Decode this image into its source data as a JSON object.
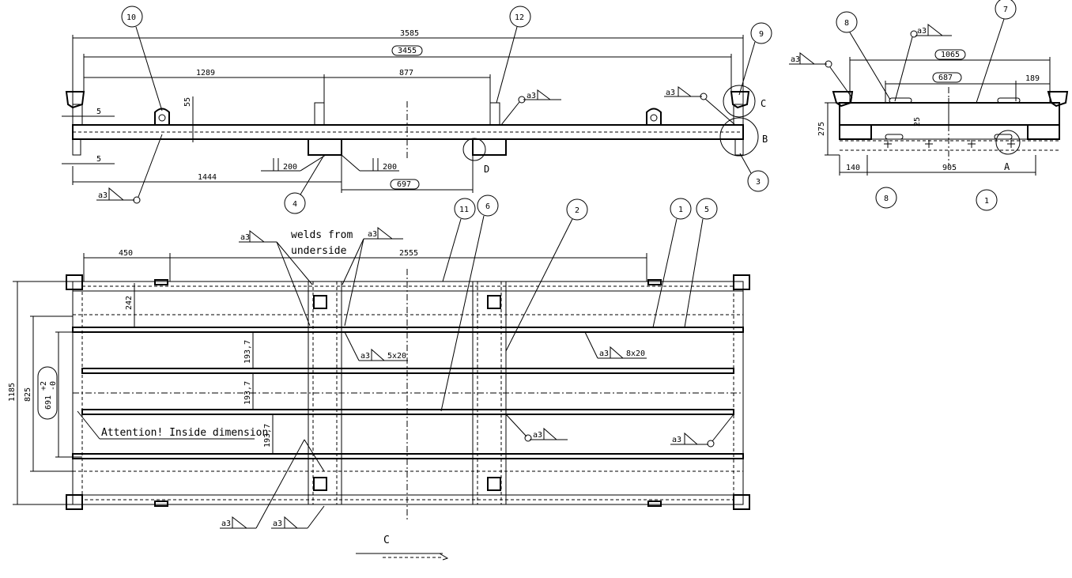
{
  "side_view": {
    "overall_length": "3585",
    "inner_length": "3455",
    "dim_left_segment": "1289",
    "dim_middle_segment": "877",
    "dim_bracket_height": "55",
    "dim_offset_top": "5",
    "dim_offset_bottom": "5",
    "dim_lower_left": "1444",
    "dim_lower_right": "697",
    "section_200_left": "200",
    "section_200_right": "200",
    "weld_a3_right": "a3",
    "weld_a3_left": "a3",
    "weld_a3_top": "a3",
    "detail_C": "C",
    "detail_B": "B",
    "detail_D": "D",
    "balloons": [
      "10",
      "12",
      "9",
      "3",
      "4"
    ]
  },
  "end_view": {
    "dim_1065": "1065",
    "dim_687": "687",
    "dim_189": "189",
    "dim_275": "275",
    "dim_25": "25",
    "dim_140": "140",
    "dim_905": "905",
    "detail_A": "A",
    "weld_a3_left": "a3",
    "weld_a3_top": "a3",
    "balloons": [
      "8",
      "7",
      "8",
      "1"
    ]
  },
  "plan_view": {
    "dim_450": "450",
    "dim_2555": "2555",
    "dim_242": "242",
    "dim_193_a": "193,7",
    "dim_193_b": "193,7",
    "dim_193_c": "193,7",
    "dim_1185": "1185",
    "dim_825": "825",
    "dim_691": "691",
    "tol_plus": "+2",
    "tol_minus": "-0",
    "note_welds_line1": "welds from",
    "note_welds_line2": "underside",
    "note_attention": "Attention! Inside dimension",
    "weld_5x20": "5x20",
    "weld_8x20": "8x20",
    "weld_a3": "a3",
    "section_C": "C",
    "balloons": [
      "11",
      "6",
      "2",
      "1",
      "5"
    ]
  }
}
